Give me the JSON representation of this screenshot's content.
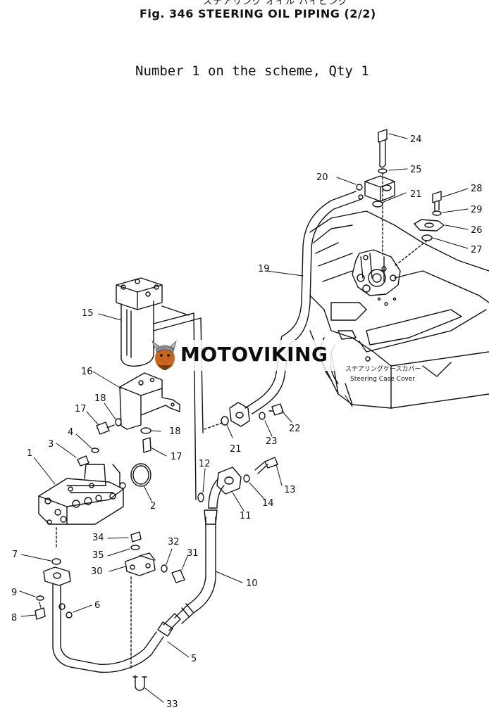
{
  "header": {
    "jp_title": "ステアリング オイル パイピング",
    "fig_title": "Fig. 346   STEERING OIL PIPING (2/2)",
    "scheme_note": "Number 1 on the scheme, Qty 1"
  },
  "labels": {
    "steering_case_cover_jp": "ステアリングケースカバー",
    "steering_case_cover_en": "Steering Case Cover"
  },
  "parts": [
    {
      "id": "1",
      "text": "1"
    },
    {
      "id": "2",
      "text": "2"
    },
    {
      "id": "3",
      "text": "3"
    },
    {
      "id": "4",
      "text": "4"
    },
    {
      "id": "5",
      "text": "5"
    },
    {
      "id": "6",
      "text": "6"
    },
    {
      "id": "7",
      "text": "7"
    },
    {
      "id": "8",
      "text": "8"
    },
    {
      "id": "9",
      "text": "9"
    },
    {
      "id": "10",
      "text": "10"
    },
    {
      "id": "11",
      "text": "11"
    },
    {
      "id": "12",
      "text": "12"
    },
    {
      "id": "13",
      "text": "13"
    },
    {
      "id": "14",
      "text": "14"
    },
    {
      "id": "15",
      "text": "15"
    },
    {
      "id": "16",
      "text": "16"
    },
    {
      "id": "17a",
      "text": "17"
    },
    {
      "id": "17b",
      "text": "17"
    },
    {
      "id": "18a",
      "text": "18"
    },
    {
      "id": "18b",
      "text": "18"
    },
    {
      "id": "19",
      "text": "19"
    },
    {
      "id": "20",
      "text": "20"
    },
    {
      "id": "21a",
      "text": "21"
    },
    {
      "id": "21b",
      "text": "21"
    },
    {
      "id": "22",
      "text": "22"
    },
    {
      "id": "23",
      "text": "23"
    },
    {
      "id": "24",
      "text": "24"
    },
    {
      "id": "25",
      "text": "25"
    },
    {
      "id": "26",
      "text": "26"
    },
    {
      "id": "27",
      "text": "27"
    },
    {
      "id": "28",
      "text": "28"
    },
    {
      "id": "29",
      "text": "29"
    },
    {
      "id": "30",
      "text": "30"
    },
    {
      "id": "31",
      "text": "31"
    },
    {
      "id": "32",
      "text": "32"
    },
    {
      "id": "33",
      "text": "33"
    },
    {
      "id": "34",
      "text": "34"
    },
    {
      "id": "35",
      "text": "35"
    }
  ],
  "watermark": {
    "text": "MOTOVIKING",
    "logo_icon": "viking-mascot-icon"
  },
  "colors": {
    "ink": "#111111",
    "background": "#ffffff",
    "logo_orange": "#c8641e"
  }
}
